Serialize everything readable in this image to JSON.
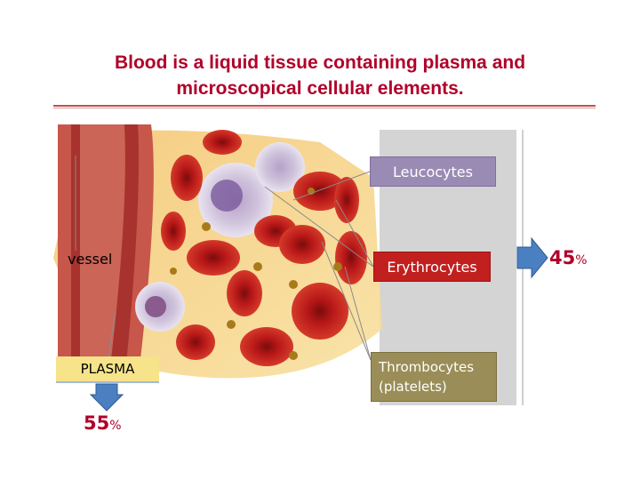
{
  "title": {
    "line1": "Blood is a liquid tissue containing plasma and",
    "line2": "microscopical cellular elements."
  },
  "labels": {
    "leucocytes": "Leucocytes",
    "erythrocytes": "Erythrocytes",
    "thrombocytes_line1": "Thrombocytes",
    "thrombocytes_line2": "(platelets)",
    "vessel": "vessel",
    "plasma": "PLASMA"
  },
  "percentages": {
    "plasma_value": "55",
    "cells_value": "45",
    "sign": "%"
  },
  "colors": {
    "title": "#b0002a",
    "leucocytes_box": "#9a8bb4",
    "erythrocytes_box": "#c21f1f",
    "thrombocytes_box": "#9a8d57",
    "plasma_box": "#f6e38a",
    "arrow": "#4a7fc1"
  }
}
